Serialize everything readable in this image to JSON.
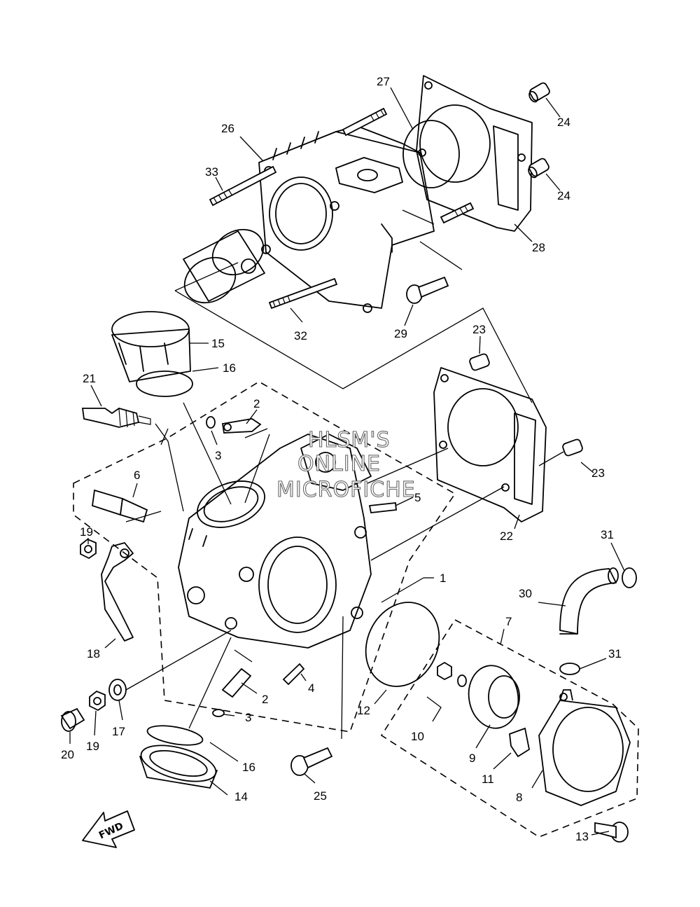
{
  "watermark": [
    "HLSM'S",
    "ONLINE",
    "MICROFICHE"
  ],
  "fwd_label": "FWD",
  "callouts": [
    "1",
    "2",
    "2",
    "3",
    "3",
    "4",
    "5",
    "6",
    "7",
    "8",
    "9",
    "10",
    "11",
    "12",
    "13",
    "14",
    "15",
    "16",
    "16",
    "17",
    "18",
    "19",
    "19",
    "20",
    "21",
    "22",
    "23",
    "23",
    "24",
    "24",
    "25",
    "26",
    "27",
    "28",
    "29",
    "30",
    "31",
    "31",
    "32",
    "33"
  ]
}
